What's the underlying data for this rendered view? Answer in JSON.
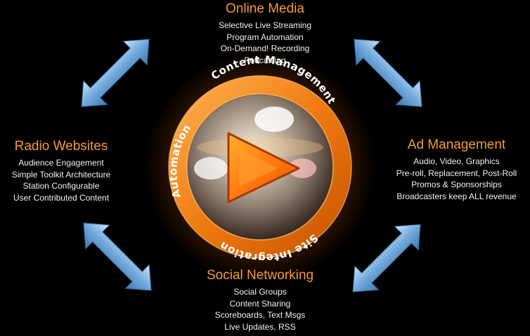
{
  "center": {
    "ring_labels": {
      "top": "Content Management",
      "left": "Automation",
      "bottom": "Site Integration"
    },
    "icon": "play-icon"
  },
  "blocks": {
    "top": {
      "title": "Online Media",
      "items": [
        "Selective Live Streaming",
        "Program Automation",
        "On-Demand! Recording",
        "Podcasting"
      ]
    },
    "left": {
      "title": "Radio Websites",
      "items": [
        "Audience Engagement",
        "Simple Toolkit Architecture",
        "Station Configurable",
        "User Contributed Content"
      ]
    },
    "right": {
      "title": "Ad Management",
      "items": [
        "Audio, Video, Graphics",
        "Pre-roll, Replacement, Post-Roll",
        "Promos & Sponsorships",
        "Broadcasters keep ALL revenue"
      ]
    },
    "bottom": {
      "title": "Social Networking",
      "items": [
        "Social Groups",
        "Content Sharing",
        "Scoreboards, Text Msgs",
        "Live Updates, RSS"
      ]
    }
  },
  "colors": {
    "accent_orange": "#f59a2c",
    "ring_orange": "#f07a10",
    "arrow_blue": "#6fa8dc",
    "background": "#000000"
  }
}
